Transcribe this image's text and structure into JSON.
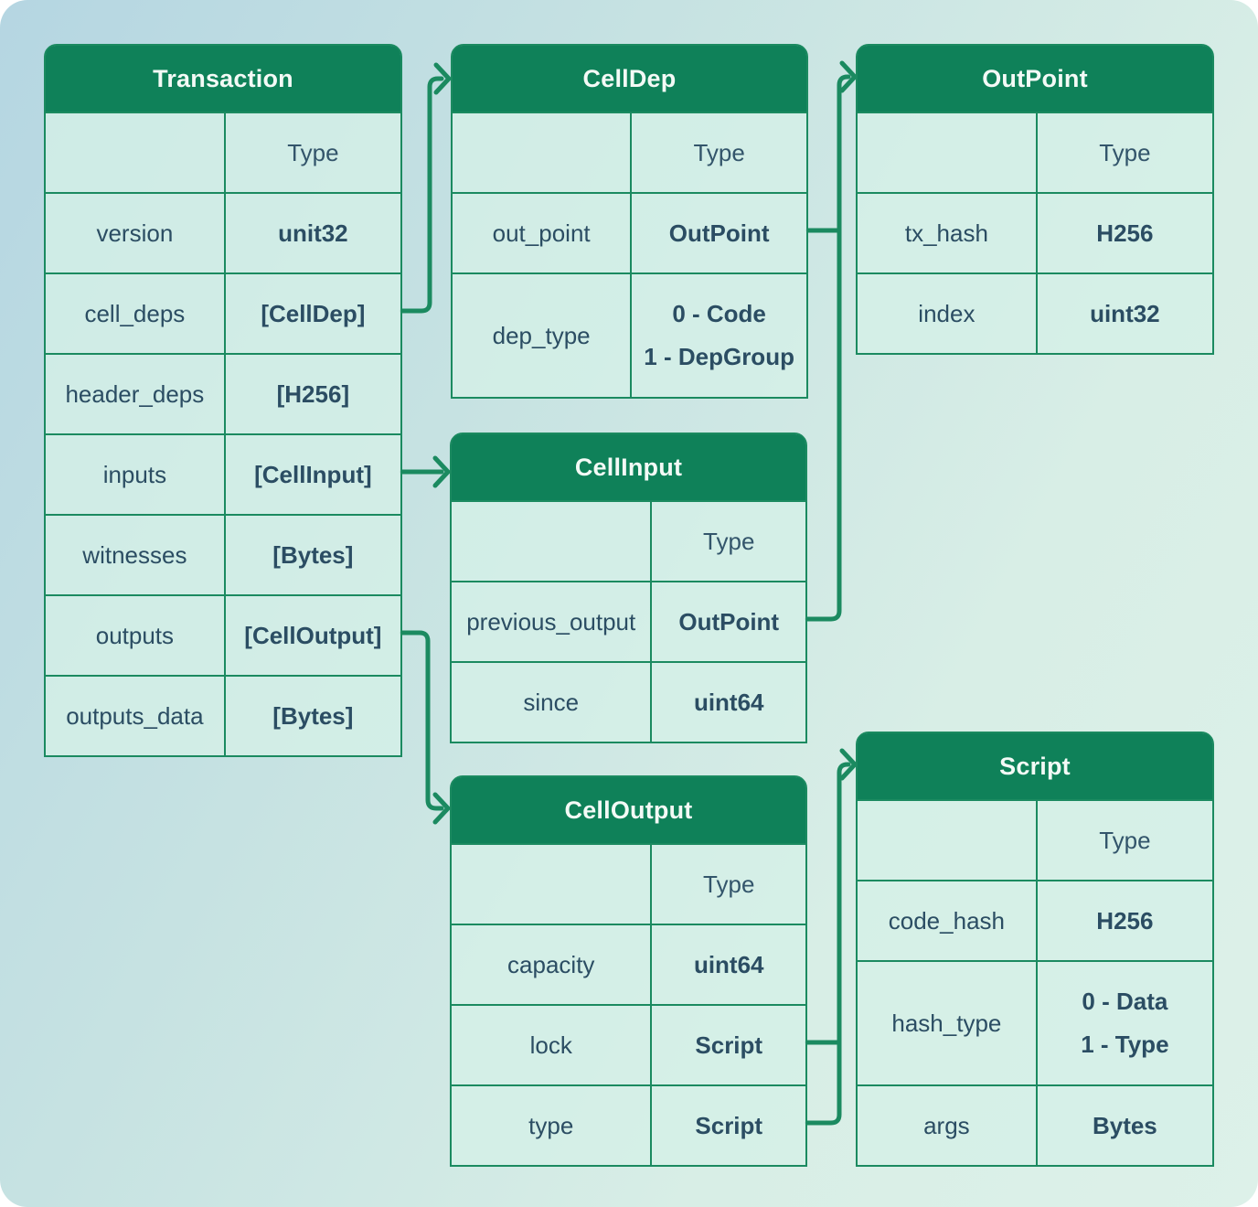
{
  "diagram": {
    "subject": "Transaction structure",
    "colors": {
      "header_green": "#0F8159",
      "line_green": "#1B8A60",
      "cell_background": "#D5F0E7",
      "text_dark": "#2B4D63",
      "background_blue": "#B5D6E2",
      "background_mint": "#DDF1E9"
    }
  },
  "tables": [
    {
      "title": "Transaction",
      "rows": [
        {
          "label": "",
          "value": "Type"
        },
        {
          "label": "version",
          "value": "unit32"
        },
        {
          "label": "cell_deps",
          "value": "[CellDep]"
        },
        {
          "label": "header_deps",
          "value": "[H256]"
        },
        {
          "label": "inputs",
          "value": "[CellInput]"
        },
        {
          "label": "witnesses",
          "value": "[Bytes]"
        },
        {
          "label": "outputs",
          "value": "[CellOutput]"
        },
        {
          "label": "outputs_data",
          "value": "[Bytes]"
        }
      ]
    },
    {
      "title": "CellDep",
      "rows": [
        {
          "label": "",
          "value": "Type"
        },
        {
          "label": "out_point",
          "value": "OutPoint"
        },
        {
          "label": "dep_type",
          "value": "0 - Code\n1 - DepGroup"
        }
      ]
    },
    {
      "title": "OutPoint",
      "rows": [
        {
          "label": "",
          "value": "Type"
        },
        {
          "label": "tx_hash",
          "value": "H256"
        },
        {
          "label": "index",
          "value": "uint32"
        }
      ]
    },
    {
      "title": "CellInput",
      "rows": [
        {
          "label": "",
          "value": "Type"
        },
        {
          "label": "previous_output",
          "value": "OutPoint"
        },
        {
          "label": "since",
          "value": "uint64"
        }
      ]
    },
    {
      "title": "CellOutput",
      "rows": [
        {
          "label": "",
          "value": "Type"
        },
        {
          "label": "capacity",
          "value": "uint64"
        },
        {
          "label": "lock",
          "value": "Script"
        },
        {
          "label": "type",
          "value": "Script"
        }
      ]
    },
    {
      "title": "Script",
      "rows": [
        {
          "label": "",
          "value": "Type"
        },
        {
          "label": "code_hash",
          "value": "H256"
        },
        {
          "label": "hash_type",
          "value": "0 - Data\n1 - Type"
        },
        {
          "label": "args",
          "value": "Bytes"
        }
      ]
    }
  ],
  "connectors": [
    {
      "from": "Transaction.cell_deps",
      "to": "CellDep"
    },
    {
      "from": "Transaction.inputs",
      "to": "CellInput"
    },
    {
      "from": "Transaction.outputs",
      "to": "CellOutput"
    },
    {
      "from": "CellDep.out_point",
      "to": "OutPoint"
    },
    {
      "from": "CellInput.previous_output",
      "to": "OutPoint"
    },
    {
      "from": "CellOutput.lock",
      "to": "Script"
    },
    {
      "from": "CellOutput.type",
      "to": "Script"
    }
  ]
}
